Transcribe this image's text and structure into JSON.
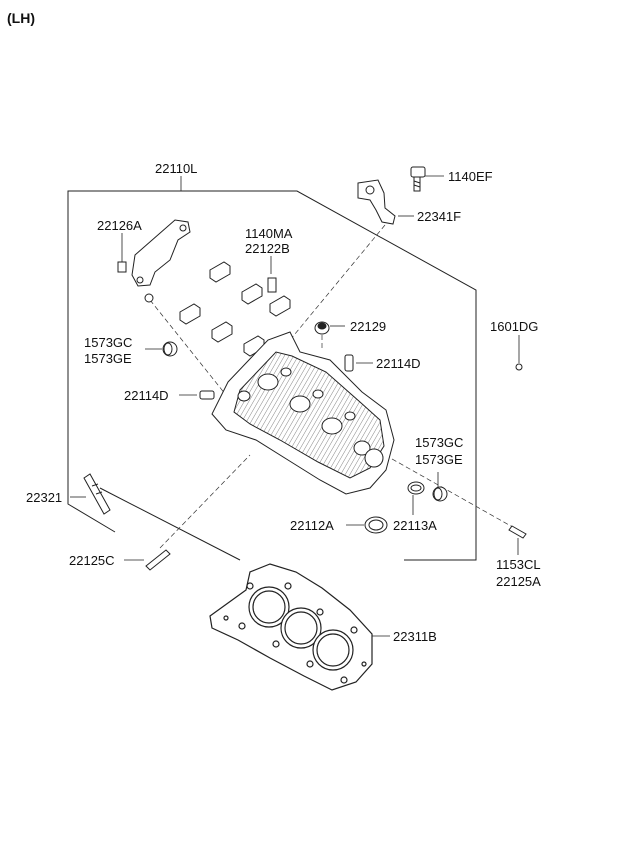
{
  "header": {
    "variant": "(LH)"
  },
  "labels": {
    "head_assy": "22110L",
    "bolt_top": "1140EF",
    "bracket": "22341F",
    "rocker_support": "22126A",
    "bolt_a": "1140MA",
    "bolt_b": "22122B",
    "plug": "22129",
    "part_1601": "1601DG",
    "cap_a1": "1573GC",
    "cap_a2": "1573GE",
    "dowel_right": "22114D",
    "dowel_left": "22114D",
    "cap_b1": "1573GC",
    "cap_b2": "1573GE",
    "stud": "22321",
    "seal_a": "22112A",
    "seal_b": "22113A",
    "stud_bottom": "22125C",
    "pin_right1": "1153CL",
    "pin_right2": "22125A",
    "gasket": "22311B"
  },
  "colors": {
    "line": "#222222",
    "background": "#ffffff"
  }
}
